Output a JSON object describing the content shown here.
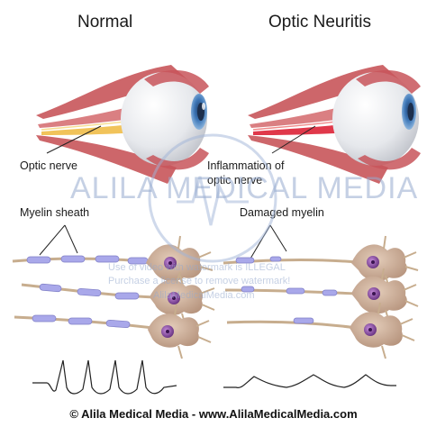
{
  "titles": {
    "left": "Normal",
    "right": "Optic Neuritis"
  },
  "labels": {
    "optic_nerve": "Optic nerve",
    "inflammation": "Inflammation of\noptic nerve",
    "myelin_sheath": "Myelin sheath",
    "damaged_myelin": "Damaged myelin"
  },
  "watermark": {
    "brand": "ALILA MEDICAL MEDIA",
    "line1": "Use of video with watermark is ILLEGAL",
    "line2": "Purchase a license to remove watermark!",
    "line3": "AlilaMedicalMedia.com"
  },
  "footer": "© Alila Medical Media - www.AlilaMedicalMedia.com",
  "colors": {
    "muscle": "#c8555a",
    "nerve_normal": "#f1c35a",
    "nerve_inflamed": "#e0384a",
    "sclera": "#eceef2",
    "iris": "#3f78b8",
    "neuron_body": "#c9a891",
    "nucleus": "#8a3fa0",
    "myelin": "#a9a8ea",
    "axon": "#c7ad8e",
    "ecg_line": "#222222"
  },
  "icons": [
    "eye-illustration",
    "neuron-illustration",
    "ecg-waveform"
  ]
}
